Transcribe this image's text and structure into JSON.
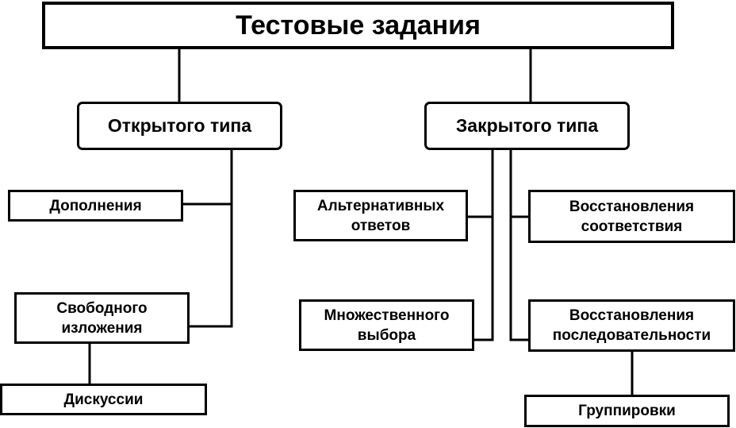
{
  "title": "Тестовые задания",
  "open_type": {
    "label": "Открытого типа",
    "children": {
      "completion": "Дополнения",
      "free_essay": [
        "Свободного",
        "изложения"
      ],
      "discussion": "Дискуссии"
    }
  },
  "closed_type": {
    "label": "Закрытого типа",
    "children": {
      "alternative": [
        "Альтернативных",
        "ответов"
      ],
      "multiple_choice": [
        "Множественного",
        "выбора"
      ],
      "matching": [
        "Восстановления",
        "соответствия"
      ],
      "sequence": [
        "Восстановления",
        "последовательности"
      ],
      "grouping": "Группировки"
    }
  },
  "colors": {
    "line": "#000000",
    "background": "#ffffff"
  }
}
